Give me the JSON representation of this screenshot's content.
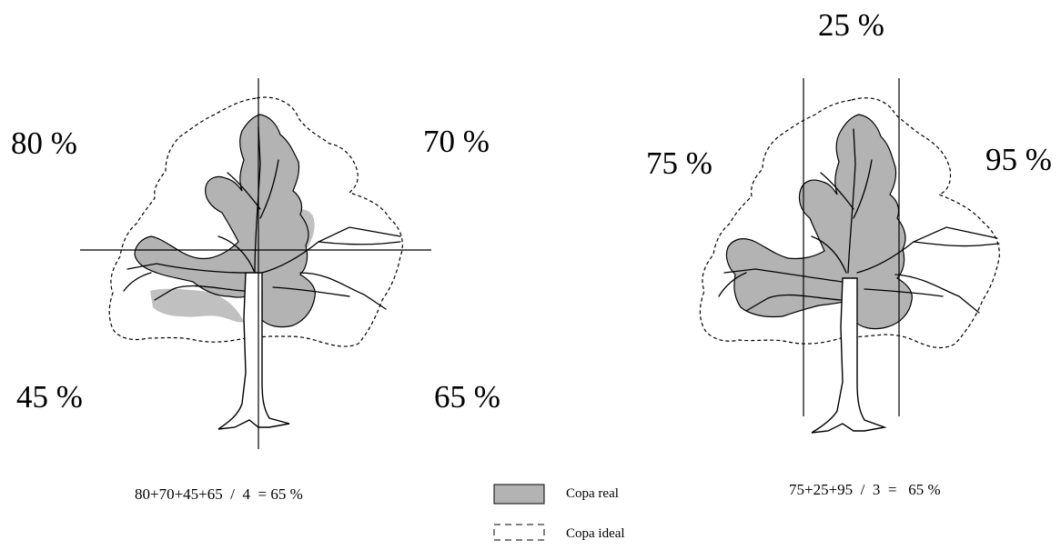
{
  "left_tree": {
    "quadrants": {
      "top_left": "80 %",
      "top_right": "70 %",
      "bottom_left": "45 %",
      "bottom_right": "65 %"
    },
    "formula": "80+70+45+65  /  4  = 65 %"
  },
  "right_tree": {
    "sections": {
      "left": "75 %",
      "center": "25 %",
      "right": "95 %"
    },
    "formula": "75+25+95  /  3  =   65 %"
  },
  "legend": {
    "real_label": "Copa real",
    "ideal_label": "Copa ideal"
  },
  "colors": {
    "real_crown_fill": "#b3b3b3",
    "line": "#000000",
    "background": "#ffffff"
  }
}
